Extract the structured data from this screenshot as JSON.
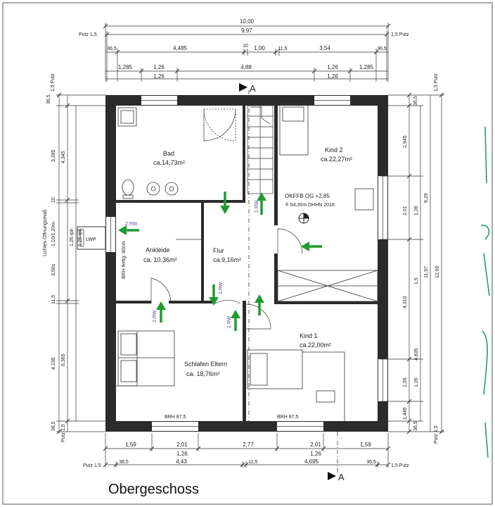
{
  "plan_title": "Obergeschoss",
  "section_label": "A",
  "rooms": {
    "bad": {
      "name": "Bad",
      "area": "ca.14,73m²"
    },
    "kind2": {
      "name": "Kind 2",
      "area": "ca.22,27m²"
    },
    "ankleide": {
      "name": "Ankleide",
      "area": "ca. 10,36m²"
    },
    "flur": {
      "name": "Flur",
      "area": "ca.9,16m²"
    },
    "kind1": {
      "name": "Kind 1",
      "area": "ca.22,00m²"
    },
    "schlafen": {
      "name": "Schlafen Eltern",
      "area": "ca. 18,76m²"
    }
  },
  "annotations": {
    "okffb": "OKFFB OG +2,85",
    "dhhn": "≙ 64,30m DHHN 2016",
    "lwp": "LWP",
    "brh_fertig": "BRH fertig: 80cm",
    "lichtes": "Lichtes Öffnungsmaß",
    "brh_left": "BRH 87,5",
    "brh_right": "BRH 87,5",
    "rw_labels": [
      "2.RW",
      "2.RW",
      "1.RW",
      "2.RW",
      "1.RW"
    ]
  },
  "dims_top": {
    "total_outer": "10,00",
    "inner": "9,97",
    "putz_left": "Putz 1,5",
    "putz_right": "1,5 Putz",
    "row2": [
      "36,5",
      "4,485",
      "10",
      "1,00",
      "11,5",
      "3,54",
      "36,5"
    ],
    "row3_top": [
      "1,285",
      "1,26",
      "4,88",
      "1,26",
      "1,285"
    ],
    "row3_bottom": [
      "1,26",
      "1,26"
    ]
  },
  "dims_bottom": {
    "row1": [
      "1,59",
      "2,01",
      "2,77",
      "2,01",
      "1,59"
    ],
    "row1_sub": [
      "1,26",
      "1,26"
    ],
    "row2_putz_left": "Putz 1,5",
    "row2": [
      "36,5",
      "4,43",
      "11,5",
      "4,695",
      "36,5"
    ],
    "row2_putz_right": "1,5 Putz"
  },
  "dims_left": {
    "putz_top": "1,5 Putz",
    "outer": [
      "36,5",
      "3,285",
      "10",
      "1,10/1,20m",
      "3,50s",
      "11,5",
      "4,235",
      "36,5"
    ],
    "sub": [
      "4,345",
      "1,26 rph",
      "1,26 rph",
      "6,365"
    ],
    "putz_bottom": "Putz 1,5"
  },
  "dims_right": {
    "putz_top": "1,5 Putz",
    "inner": [
      "36,5",
      "2,945",
      "2,01",
      "1,26",
      "4,310",
      "1,5",
      "1,26",
      "1,445",
      "36,5"
    ],
    "mid": [
      "6,29",
      "4,835",
      "1,26"
    ],
    "outer": [
      "11,97",
      "12,00"
    ],
    "putz_bottom": "Putz 1,5"
  },
  "colors": {
    "wall": "#2b2b2b",
    "arrow": "#1f9a2e",
    "rw": "#6a3fa0",
    "dim": "#333333",
    "stamp": "#1fa06a"
  }
}
